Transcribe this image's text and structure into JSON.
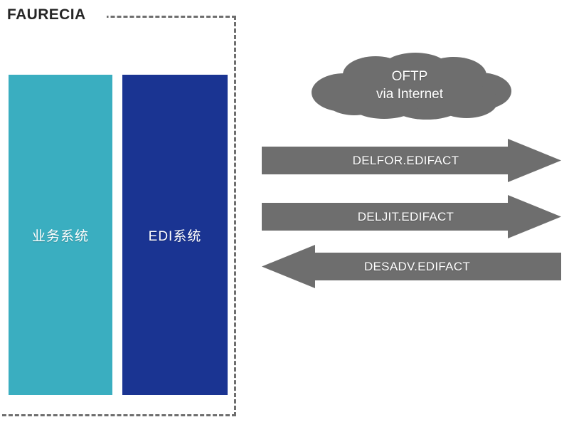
{
  "diagram": {
    "title": "FAURECIA",
    "colors": {
      "business_system": "#3AAEC0",
      "edi_system": "#1A3492",
      "cloud": "#6E6E6E",
      "arrow": "#6E6E6E",
      "boundary_dash": "#6E6E6E",
      "title_text": "#262626",
      "label_text": "#FFFFFF",
      "background": "#FFFFFF"
    },
    "boundary": {
      "name": "faurecia-boundary",
      "style": "dashed"
    },
    "systems": [
      {
        "id": "business-system",
        "label": "业务系统",
        "color": "#3AAEC0"
      },
      {
        "id": "edi-system",
        "label": "EDI系统",
        "color": "#1A3492"
      }
    ],
    "network": {
      "id": "oftp-cloud",
      "line1": "OFTP",
      "line2": "via Internet",
      "color": "#6E6E6E"
    },
    "messages": [
      {
        "id": "delfor",
        "label": "DELFOR.EDIFACT",
        "direction": "right"
      },
      {
        "id": "deljit",
        "label": "DELJIT.EDIFACT",
        "direction": "right"
      },
      {
        "id": "desadv",
        "label": "DESADV.EDIFACT",
        "direction": "left"
      }
    ]
  }
}
